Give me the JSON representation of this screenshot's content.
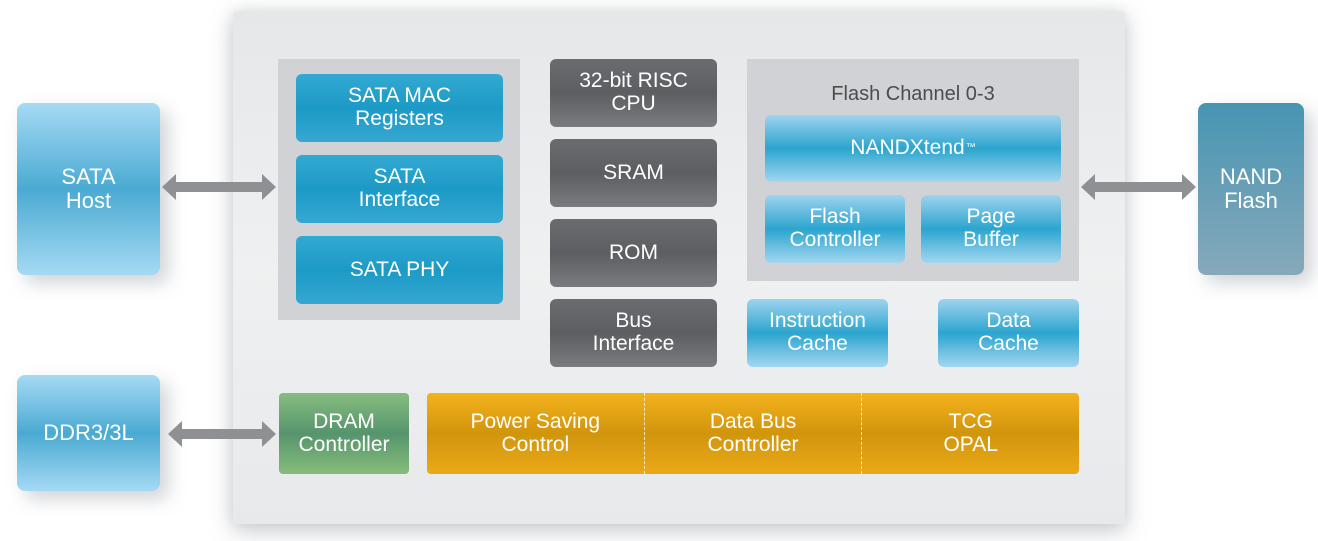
{
  "external": {
    "sata_host": "SATA\nHost",
    "nand_flash": "NAND\nFlash",
    "ddr": "DDR3/3L"
  },
  "sata_group": {
    "mac_registers": "SATA MAC\nRegisters",
    "interface": "SATA\nInterface",
    "phy": "SATA PHY"
  },
  "cpu_column": {
    "cpu": "32-bit RISC\nCPU",
    "sram": "SRAM",
    "rom": "ROM",
    "bus_interface": "Bus\nInterface"
  },
  "flash_channel": {
    "title": "Flash Channel 0-3",
    "nandxtend": "NANDXtend",
    "nandxtend_mark": "™",
    "flash_controller": "Flash\nController",
    "page_buffer": "Page\nBuffer"
  },
  "caches": {
    "instruction": "Instruction\nCache",
    "data": "Data\nCache"
  },
  "dram_controller": "DRAM\nController",
  "bottom_bar": [
    "Power Saving\nControl",
    "Data Bus\nController",
    "TCG\nOPAL"
  ],
  "colors": {
    "sata_blue": "#1c9ac6",
    "cpu_gray": "#5d5e62",
    "dram_green": "#56946d",
    "bus_orange": "#d1950d",
    "arrow_gray": "#8f9093",
    "nand_teal": "#4795b3"
  }
}
